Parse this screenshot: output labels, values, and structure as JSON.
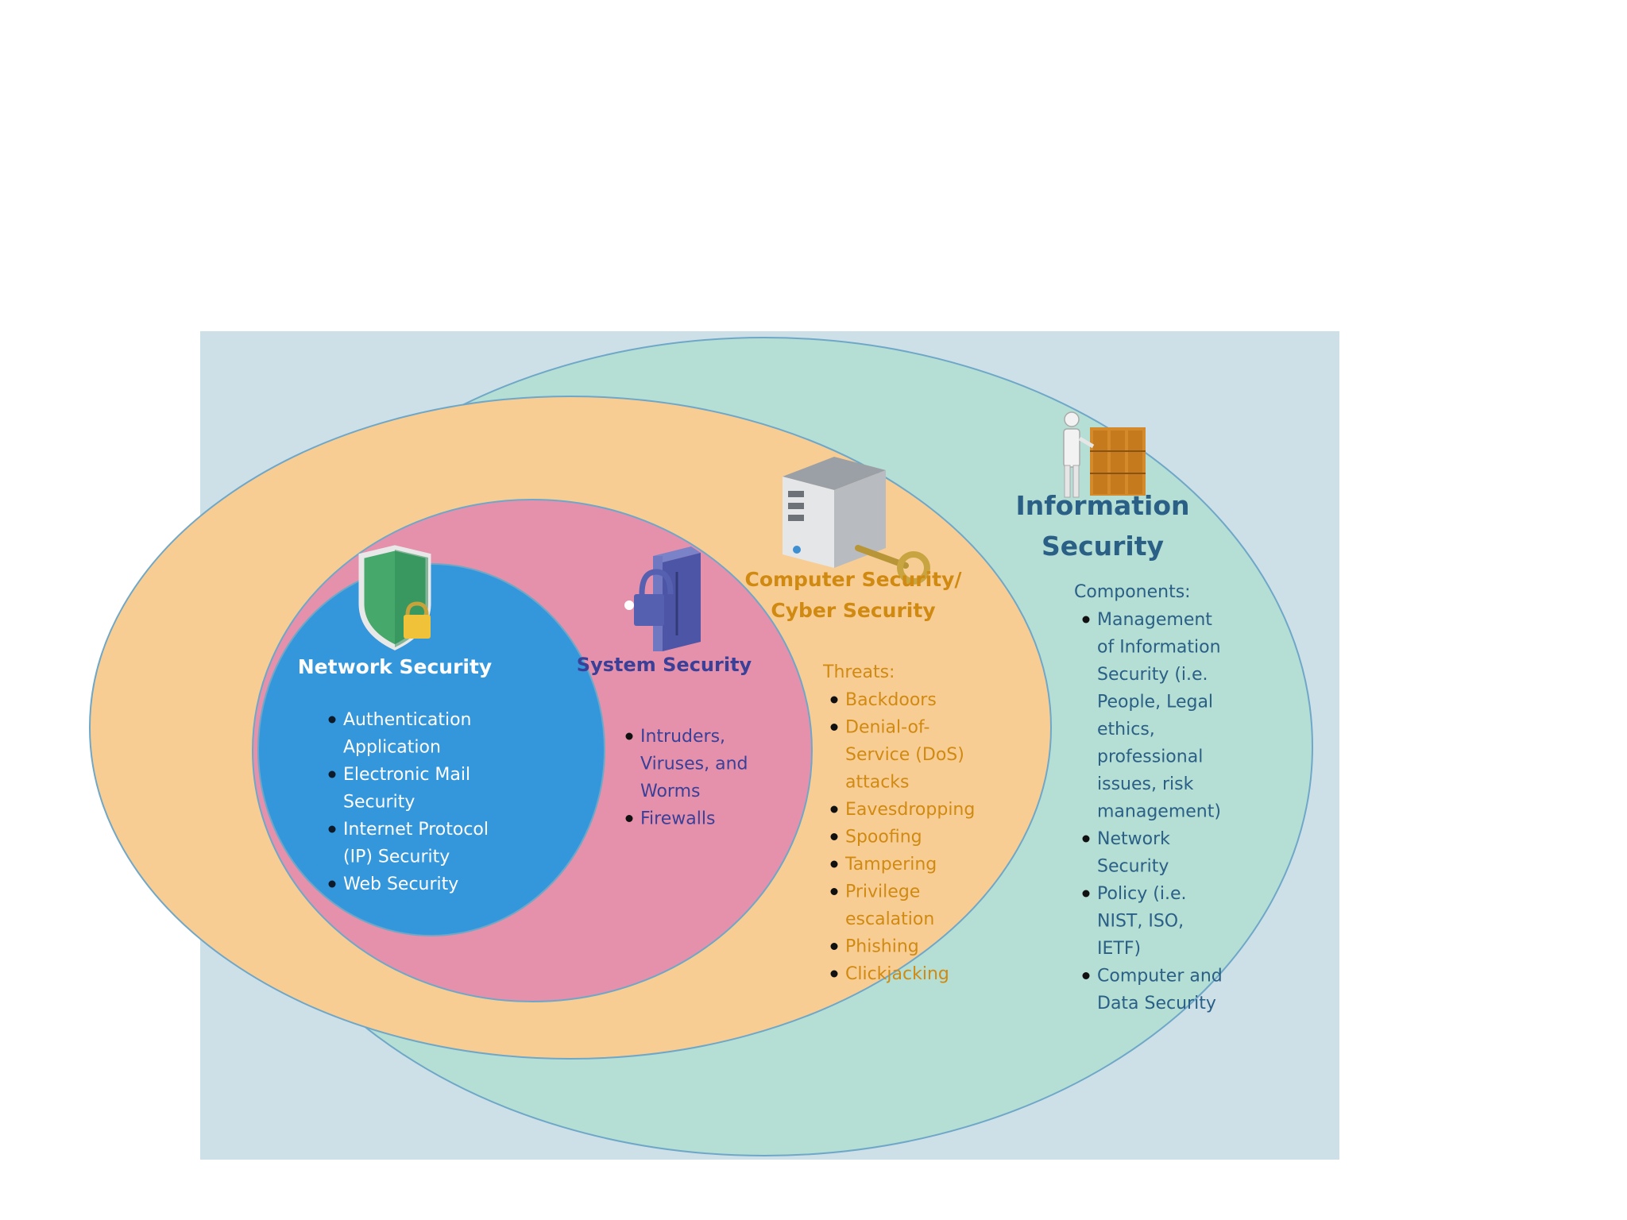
{
  "colors": {
    "panel_bg": "#cde0e7",
    "information_ellipse": "#b5ded4",
    "computer_ellipse": "#f8cd94",
    "system_ellipse": "#e591ab",
    "network_circle": "#3497db",
    "network_text": "#ffffff",
    "system_text": "#3a3f97",
    "computer_text": "#d08a12",
    "information_text": "#2a5f86",
    "ellipse_stroke": "#6fa7c8"
  },
  "network": {
    "icon": "shield-lock-icon",
    "title": "Network Security",
    "items": [
      {
        "lines": [
          "Authentication",
          "Application"
        ]
      },
      {
        "lines": [
          "Electronic Mail",
          "Security"
        ]
      },
      {
        "lines": [
          "Internet Protocol",
          "(IP) Security"
        ]
      },
      {
        "lines": [
          "Web Security"
        ]
      }
    ]
  },
  "system": {
    "icon": "lock-cabinet-icon",
    "title": "System Security",
    "items": [
      {
        "lines": [
          "Intruders,",
          "Viruses, and",
          "Worms"
        ]
      },
      {
        "lines": [
          "Firewalls"
        ]
      }
    ]
  },
  "computer": {
    "icon": "server-key-icon",
    "title_lines": [
      "Computer Security/",
      "Cyber Security"
    ],
    "heading": "Threats:",
    "items": [
      {
        "lines": [
          "Backdoors"
        ]
      },
      {
        "lines": [
          "Denial-of-",
          "Service (DoS)",
          "attacks"
        ]
      },
      {
        "lines": [
          "Eavesdropping"
        ]
      },
      {
        "lines": [
          "Spoofing"
        ]
      },
      {
        "lines": [
          "Tampering"
        ]
      },
      {
        "lines": [
          "Privilege",
          "escalation"
        ]
      },
      {
        "lines": [
          "Phishing"
        ]
      },
      {
        "lines": [
          "Clickjacking"
        ]
      }
    ]
  },
  "information": {
    "icon": "person-file-cabinet-icon",
    "title_lines": [
      "Information",
      "Security"
    ],
    "heading": "Components:",
    "items": [
      {
        "lines": [
          "Management",
          "of Information",
          "Security (i.e.",
          "People, Legal",
          "ethics,",
          "professional",
          "issues, risk",
          "management)"
        ]
      },
      {
        "lines": [
          "Network",
          "Security"
        ]
      },
      {
        "lines": [
          "Policy (i.e.",
          "NIST, ISO,",
          "IETF)"
        ]
      },
      {
        "lines": [
          "Computer and",
          "Data Security"
        ]
      }
    ]
  }
}
